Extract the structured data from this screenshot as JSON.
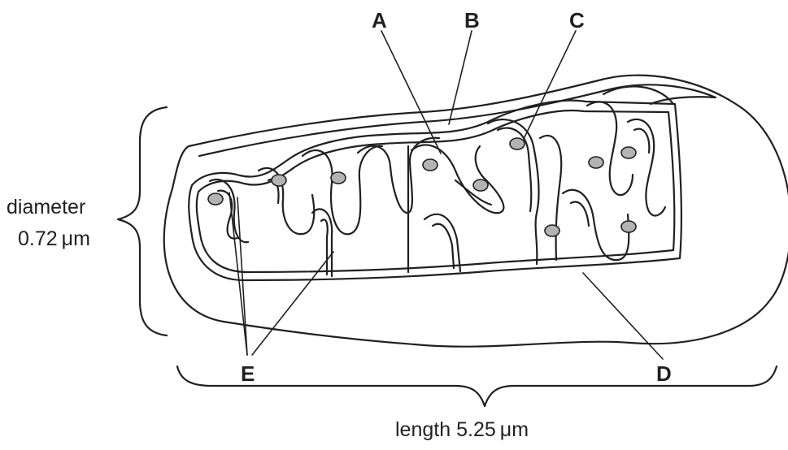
{
  "labels": {
    "a": "A",
    "b": "B",
    "c": "C",
    "d": "D",
    "e": "E"
  },
  "diameter": {
    "word": "diameter",
    "value": "0.72",
    "unit": "μm"
  },
  "length": {
    "word": "length",
    "value": "5.25",
    "unit": "μm"
  },
  "colors": {
    "line": "#231f20",
    "granule": "#b3b3b3"
  }
}
